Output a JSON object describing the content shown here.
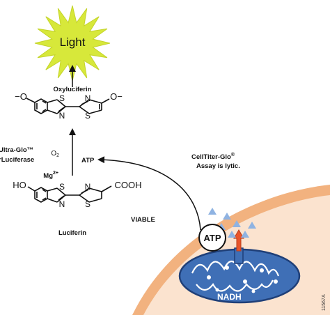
{
  "light": {
    "label": "Light",
    "color": "#d7e83a"
  },
  "oxyluciferin": {
    "name": "Oxyluciferin",
    "left_group": "−O",
    "right_group": "O−",
    "atoms": {
      "s_left": "S",
      "n_left": "N",
      "n_right": "N",
      "s_right": "S"
    }
  },
  "enzyme": {
    "line1": "Ultra-Glo™",
    "line2": "rLuciferase"
  },
  "cofactors": {
    "o2": "O",
    "o2_sub": "2",
    "mg": "Mg",
    "mg_sup": "2+",
    "atp": "ATP"
  },
  "luciferin": {
    "name": "Luciferin",
    "ho": "HO",
    "cooh": "COOH",
    "atoms": {
      "s_left": "S",
      "n_left": "N",
      "n_right": "N",
      "s_right": "S"
    }
  },
  "assay": {
    "line1": "CellTiter-Glo",
    "reg": "®",
    "line2": "Assay is lytic."
  },
  "cell": {
    "state": "VIABLE",
    "atp_bubble": "ATP",
    "mito_label": "NADH",
    "colors": {
      "membrane": "#f2b27f",
      "cytoplasm": "#fbe3cf",
      "mitochondria": "#3f6fb6",
      "atp_triangles": "#8fb3e2"
    }
  },
  "figure_id": "11567A"
}
